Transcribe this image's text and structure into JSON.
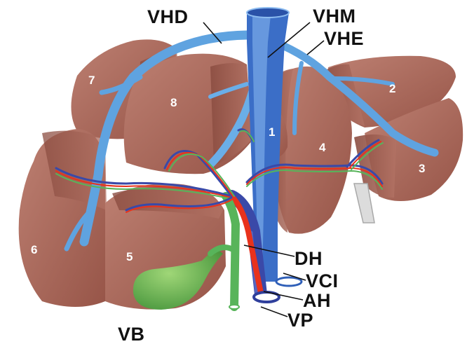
{
  "segments": {
    "s1": "1",
    "s2": "2",
    "s3": "3",
    "s4": "4",
    "s5": "5",
    "s6": "6",
    "s7": "7",
    "s8": "8"
  },
  "labels": {
    "vhd": "VHD",
    "vhm": "VHM",
    "vhe": "VHE",
    "dh": "DH",
    "vci": "VCI",
    "ah": "AH",
    "vp": "VP",
    "vb": "VB"
  },
  "colors": {
    "liver": "#a9675a",
    "liver_dark": "#7f4438",
    "liver_light": "#c58c7e",
    "hepatic_vein": "#5fa3e0",
    "ivc": "#2f5fb8",
    "portal_vein": "#3a49a8",
    "artery": "#e8321c",
    "bile_duct": "#58b45a",
    "gallbladder": "#6cc34e"
  }
}
